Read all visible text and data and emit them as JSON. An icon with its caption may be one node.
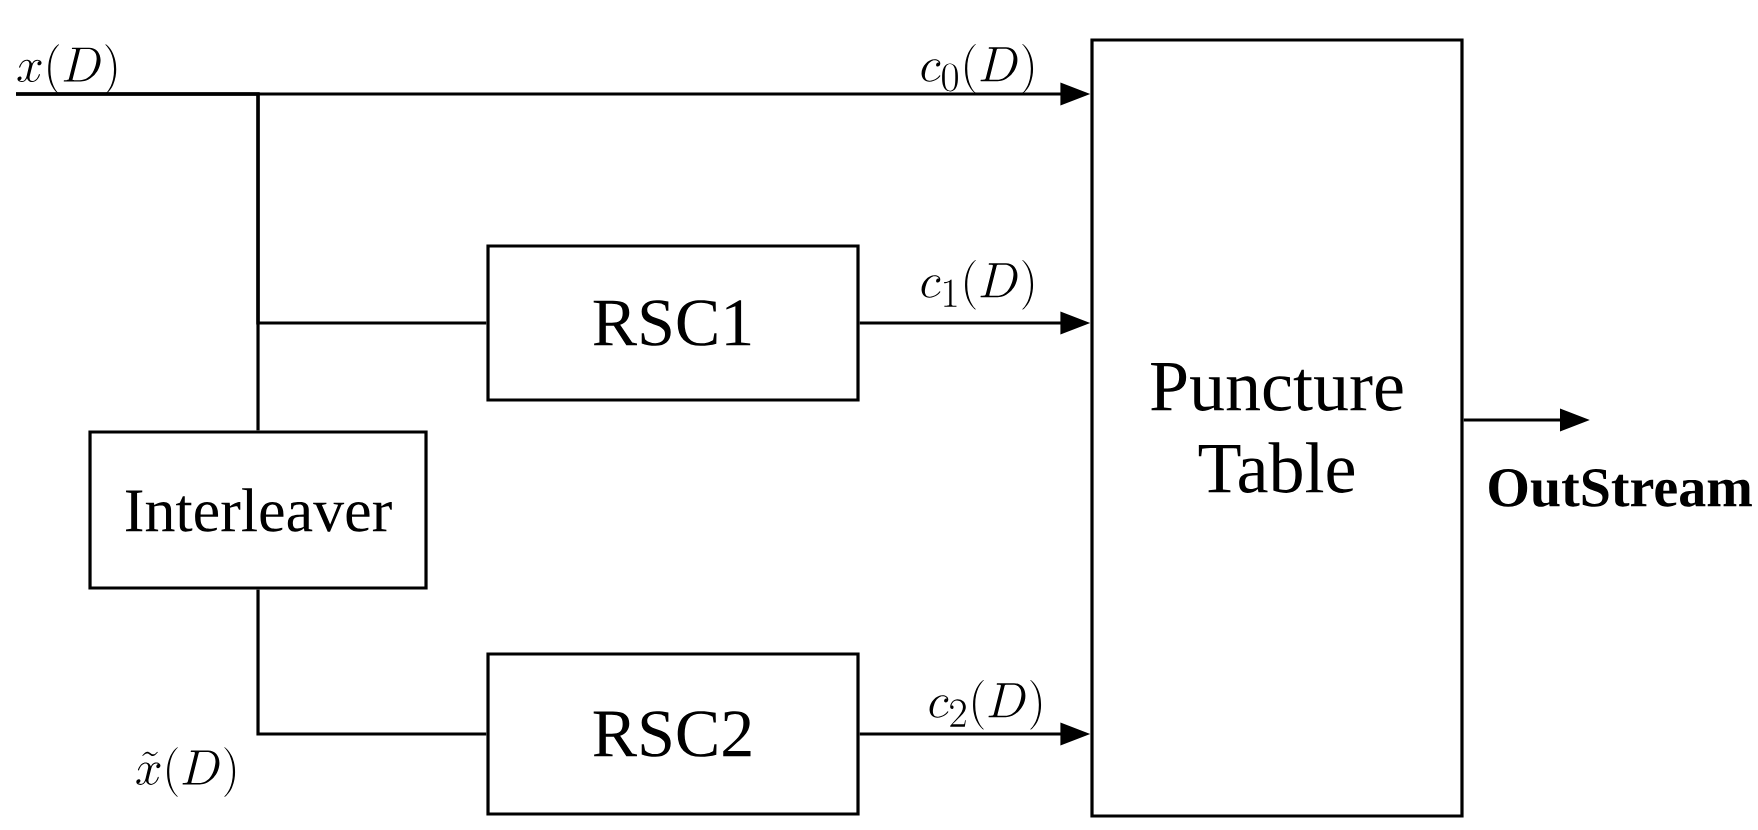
{
  "diagram": {
    "nodes": [
      {
        "text": [
          "RSC1"
        ]
      },
      {
        "text": [
          "RSC2"
        ]
      },
      {
        "text": [
          "Interleaver"
        ]
      },
      {
        "text": [
          "Puncture Table"
        ]
      },
      {
        "text": [
          "x(D)"
        ]
      }
    ],
    "edges": [
      {
        "from": 4,
        "to": 3,
        "arrow": "to",
        "label": "c_0(D)"
      },
      {
        "from": 4,
        "to": 0,
        "arrow": "none"
      },
      {
        "from": 4,
        "to": 2,
        "arrow": "none"
      },
      {
        "from": 2,
        "to": 1,
        "arrow": "none",
        "label": "\\tilde{x}(D)"
      },
      {
        "from": 0,
        "to": 3,
        "arrow": "to",
        "label": "c_1(D)"
      },
      {
        "from": 1,
        "to": 3,
        "arrow": "to",
        "label": "c_2(D)"
      },
      {
        "from": 3,
        "to": null,
        "arrow": "to",
        "label": "OutStream"
      }
    ],
    "labels": []
  }
}
